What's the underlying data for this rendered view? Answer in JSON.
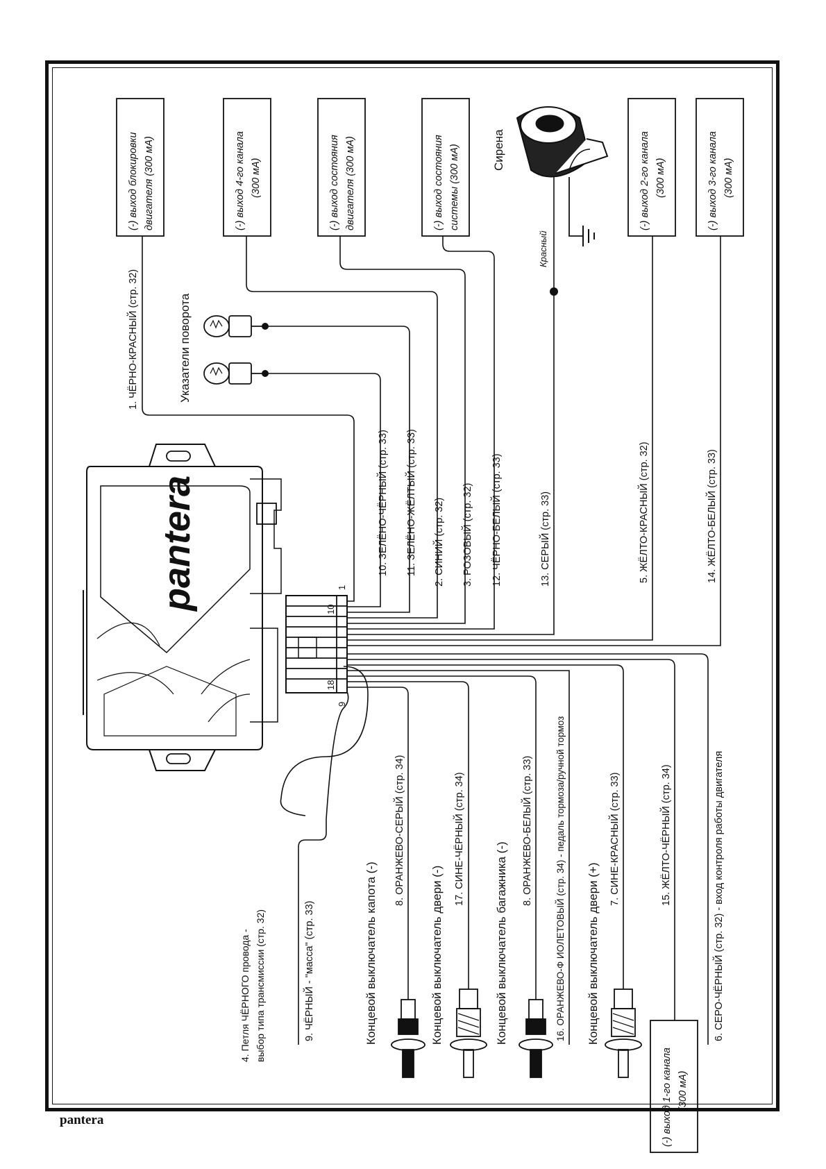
{
  "brand": "pantera",
  "footer_logo": "pantera",
  "labels": {
    "siren_title": "Сирена",
    "siren_wire_color": "Красный",
    "turn_signals": "Указатели поворота",
    "loop_line1": "4. Петля ЧЁРНОГО провода -",
    "loop_line2": "выбор типа трансмиссии (стр. 32)",
    "hood_switch": "Концевой выключатель капота (-)",
    "door_switch_neg": "Концевой выключатель двери (-)",
    "trunk_switch": "Концевой выключатель багажника (-)",
    "door_switch_pos": "Концевой выключатель двери (+)"
  },
  "connector": {
    "pin_1": "1",
    "pin_10": "10",
    "pin_9": "9",
    "pin_18": "18"
  },
  "output_boxes": [
    {
      "line1": "(-) выход блокировки",
      "line2": "двигателя (300 мА)"
    },
    {
      "line1": "(-) выход  4-го канала",
      "line2": "(300 мА)"
    },
    {
      "line1": "(-) выход  состояния",
      "line2": "двигателя (300 мА)"
    },
    {
      "line1": "(-) выход  состояния",
      "line2": "системы (300 мА)"
    },
    {
      "line1": "(-) выход  2-го канала",
      "line2": "(300 мА)"
    },
    {
      "line1": "(-) выход  3-го канала",
      "line2": "(300 мА)"
    },
    {
      "line1": "(-) выход  1-го канала",
      "line2": "(300 мА)"
    }
  ],
  "wires_top": [
    "1. ЧЁРНО-КРАСНЫЙ (стр. 32)",
    "10. ЗЕЛЁНО-ЧЁРНЫЙ (стр. 33)",
    "11. ЗЕЛЁНО-ЖЁЛТЫЙ (стр. 33)",
    "2. СИНИЙ (стр. 32)",
    "3. РОЗОВЫЙ (стр. 32)",
    "12. ЧЁРНО-БЕЛЫЙ (стр. 33)",
    "13. СЕРЫЙ (стр. 33)",
    "5. ЖЁЛТО-КРАСНЫЙ (стр. 32)",
    "14. ЖЁЛТО-БЕЛЫЙ (стр. 33)"
  ],
  "wires_bottom": [
    "9. ЧЁРНЫЙ - \"масса\" (стр. 33)",
    "8. ОРАНЖЕВО-СЕРЫЙ (стр. 34)",
    "17. СИНЕ-ЧЁРНЫЙ (стр. 34)",
    "8. ОРАНЖЕВО-БЕЛЫЙ (стр. 33)",
    "16. ОРАНЖЕВО-Ф ИОЛЕТОВЫЙ (стр. 34) - педаль тормоза/ручной тормоз",
    "7. СИНЕ-КРАСНЫЙ (стр. 33)",
    "15. ЖЁЛТО-ЧЁРНЫЙ (стр. 34)",
    "6. СЕРО-ЧЁРНЫЙ (стр. 32) - вход контроля работы двигателя"
  ]
}
